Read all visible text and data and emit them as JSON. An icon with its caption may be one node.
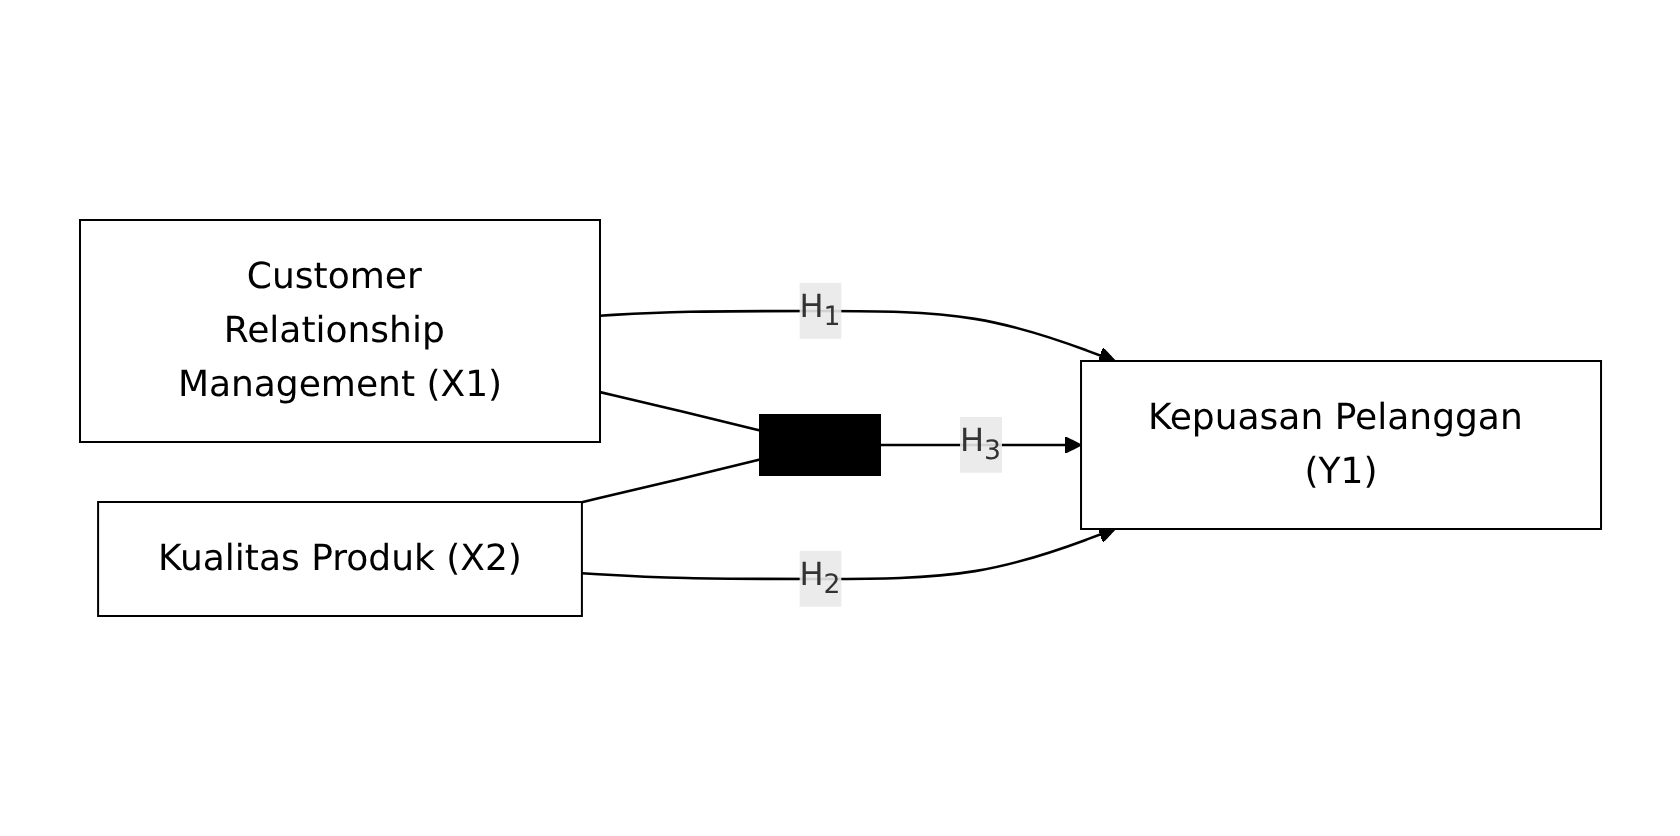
{
  "diagram": {
    "nodes": [
      {
        "text": [
          "Customer Relationship Management (X1)"
        ]
      },
      {
        "text": [
          "Kualitas Produk (X2)"
        ]
      },
      {
        "text": [],
        "shape": "bar"
      },
      {
        "text": [
          "Kepuasan Pelanggan (Y1)"
        ]
      }
    ],
    "edges": [
      {
        "from": 0,
        "to": 3,
        "arrow": "to",
        "label": "H$_{1}$"
      },
      {
        "from": 0,
        "to": 2,
        "arrow": "none"
      },
      {
        "from": 1,
        "to": 2,
        "arrow": "none"
      },
      {
        "from": 2,
        "to": 3,
        "arrow": "to",
        "label": "H$_{3}$"
      },
      {
        "from": 1,
        "to": 3,
        "arrow": "to",
        "label": "H$_{2}$"
      }
    ]
  }
}
